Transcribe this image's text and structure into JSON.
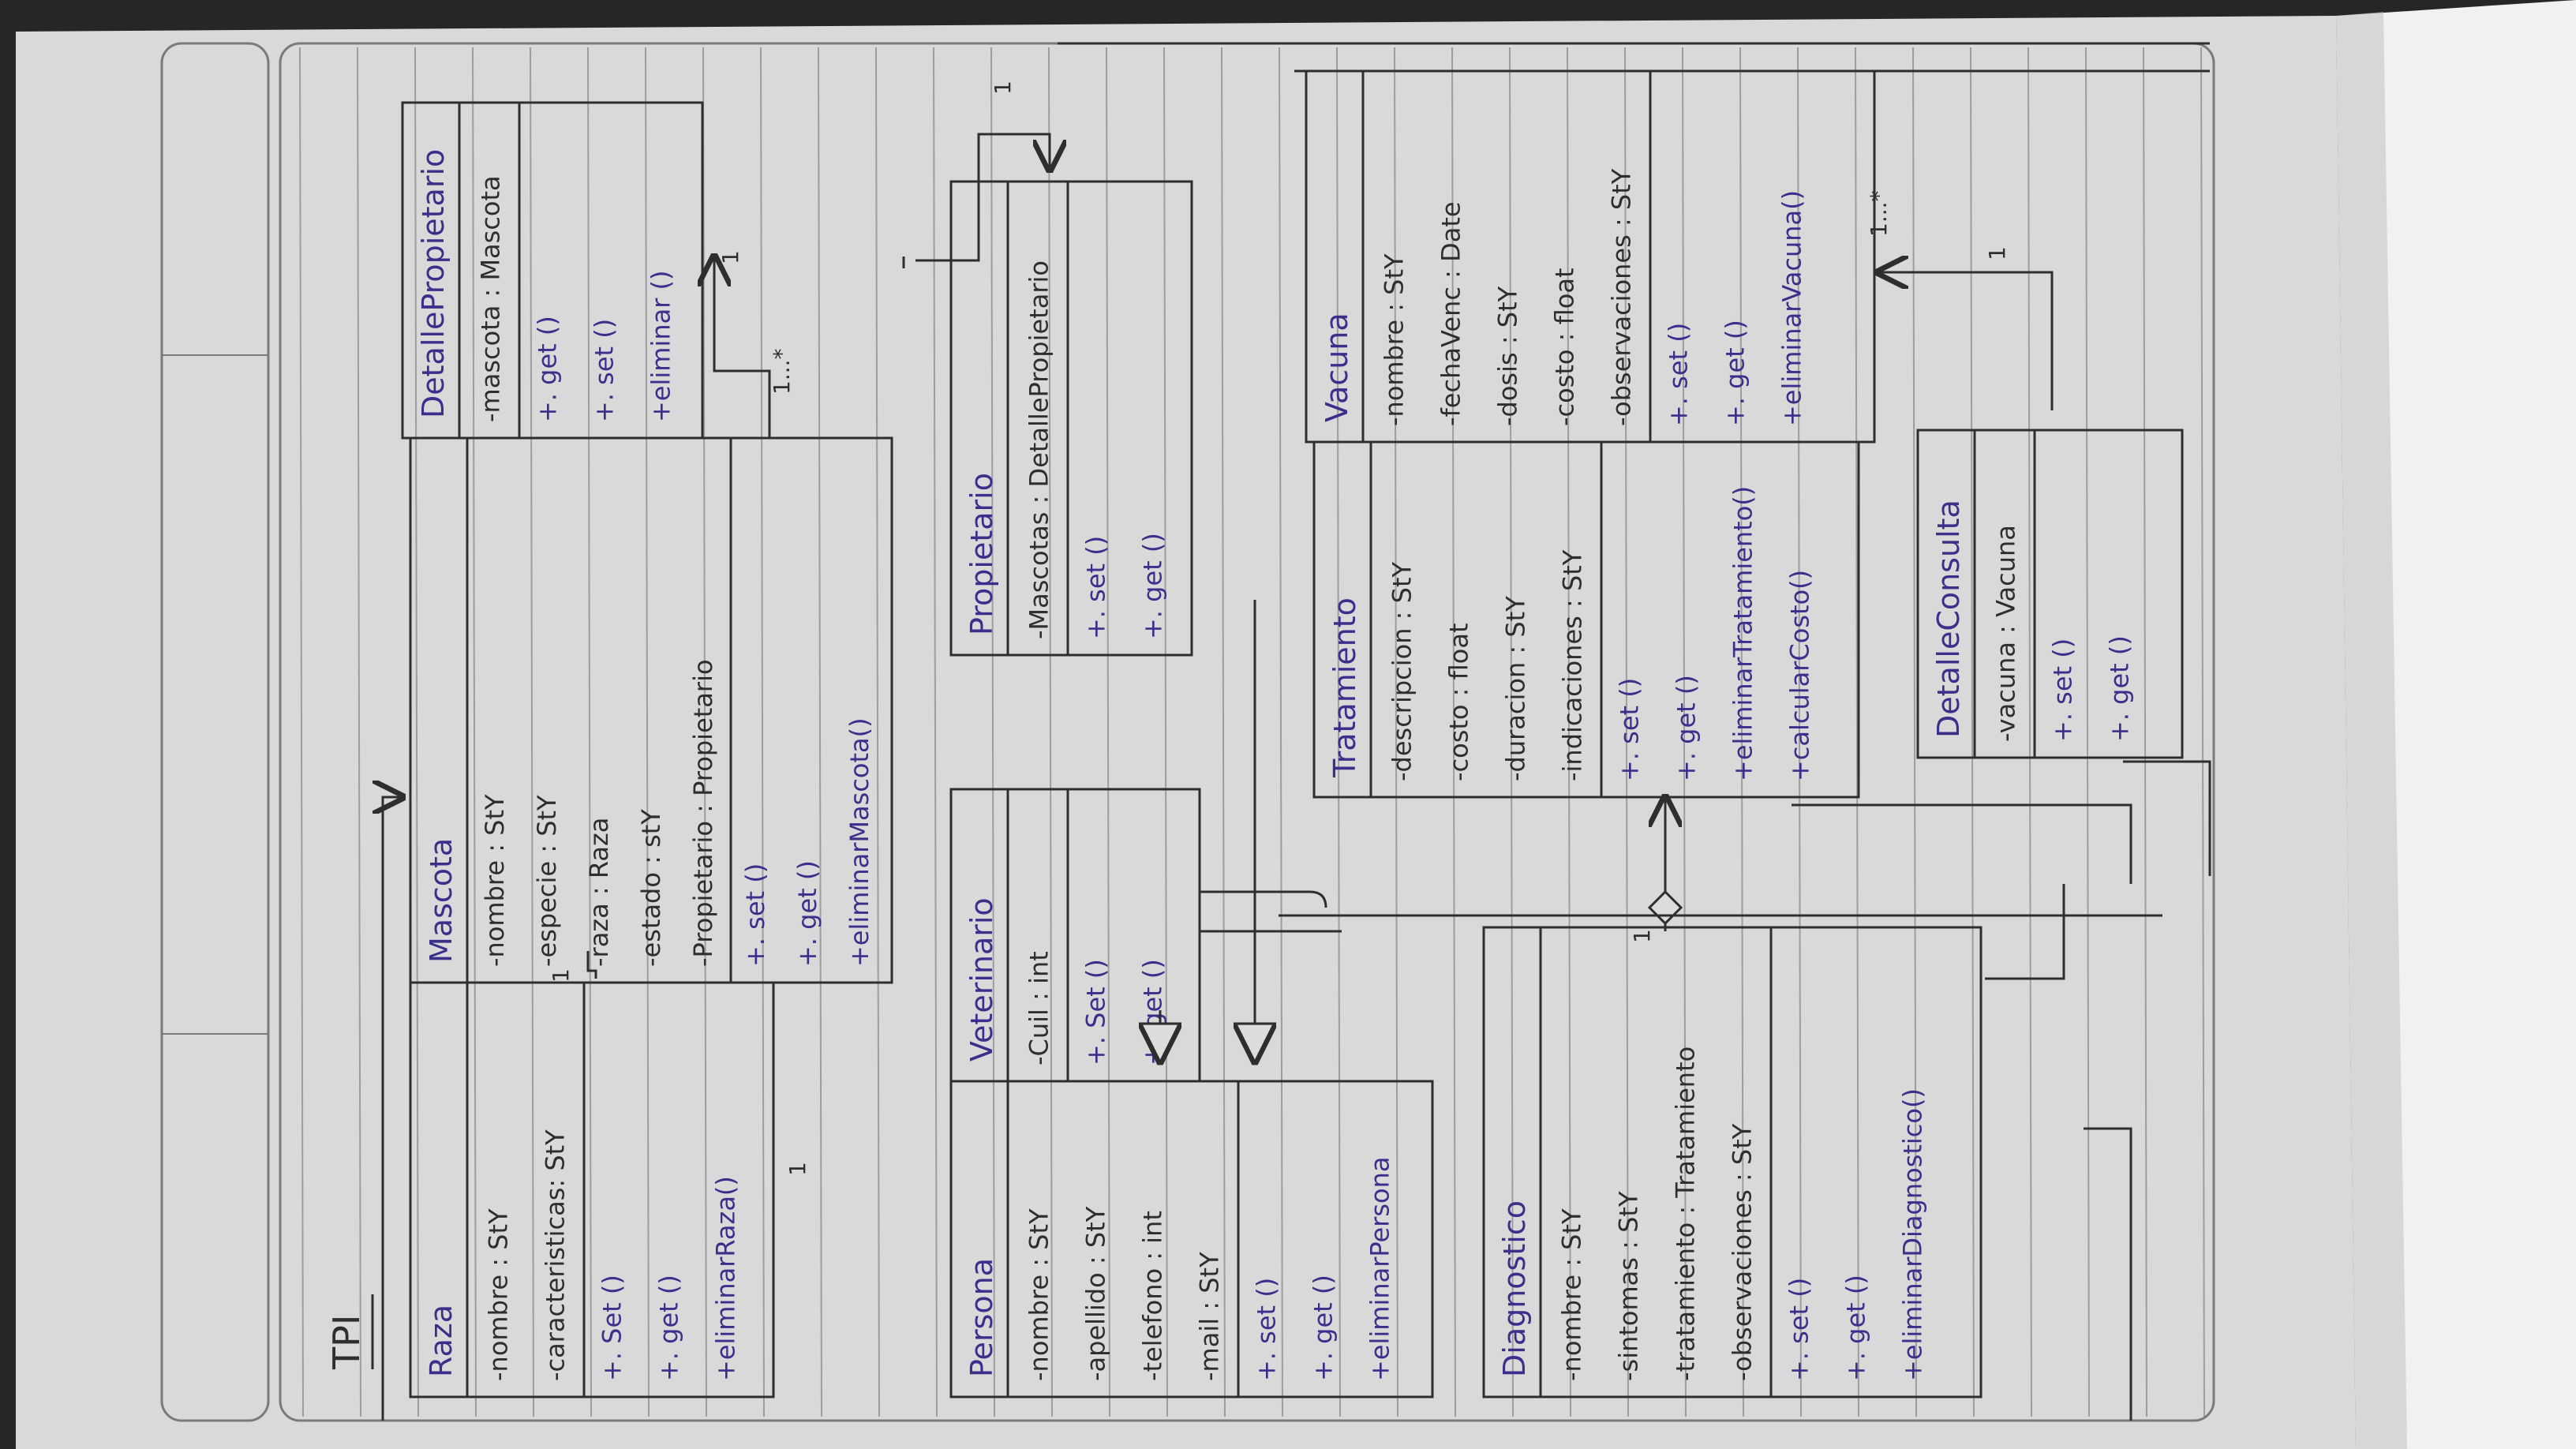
{
  "page": {
    "title": "TPI",
    "paper_color": "#d8d8d8",
    "line_color": "#7a7a7a",
    "pencil_color": "#2e2e2e",
    "ink_color": "#3a2f8a"
  },
  "classes": [
    {
      "id": "raza",
      "name": "Raza",
      "attributes": [
        "-nombre : StY",
        "-caracteristicas: StY"
      ],
      "methods": [
        "+. Set ()",
        "+. get ()",
        "+eliminarRaza()"
      ]
    },
    {
      "id": "mascota",
      "name": "Mascota",
      "attributes": [
        "-nombre : StY",
        "-especie : StY",
        "-raza : Raza",
        "-estado : stY",
        "-Propietario : Propietario"
      ],
      "methods": [
        "+. set ()",
        "+. get ()",
        "+eliminarMascota()"
      ]
    },
    {
      "id": "detalle-propietario",
      "name": "DetallePropietario",
      "attributes": [
        "-mascota : Mascota"
      ],
      "methods": [
        "+. get ()",
        "+. set ()",
        "+eliminar ()"
      ]
    },
    {
      "id": "persona",
      "name": "Persona",
      "attributes": [
        "-nombre : StY",
        "-apellido : StY",
        "-telefono : int",
        "-mail : StY"
      ],
      "methods": [
        "+. set ()",
        "+. get ()",
        "+eliminarPersona"
      ]
    },
    {
      "id": "veterinario",
      "name": "Veterinario",
      "attributes": [
        "-Cuil : int"
      ],
      "methods": [
        "+. Set ()",
        "+. get ()"
      ]
    },
    {
      "id": "propietario",
      "name": "Propietario",
      "attributes": [
        "-Mascotas : DetallePropietario"
      ],
      "methods": [
        "+. set ()",
        "+. get ()"
      ]
    },
    {
      "id": "diagnostico",
      "name": "Diagnostico",
      "attributes": [
        "-nombre : StY",
        "-sintomas : StY",
        "-tratamiento : Tratamiento",
        "-observaciones : StY"
      ],
      "methods": [
        "+. set ()",
        "+. get ()",
        "+eliminarDiagnostico()"
      ]
    },
    {
      "id": "tratamiento",
      "name": "Tratamiento",
      "attributes": [
        "-descripcion : StY",
        "-costo : float",
        "-duracion : StY",
        "-indicaciones : StY"
      ],
      "methods": [
        "+. set ()",
        "+. get ()",
        "+eliminarTratamiento()",
        "+calcularCosto()"
      ]
    },
    {
      "id": "vacuna",
      "name": "Vacuna",
      "attributes": [
        "-nombre : StY",
        "-fechaVenc : Date",
        "-dosis : StY",
        "-costo : float",
        "-observaciones : StY"
      ],
      "methods": [
        "+. set ()",
        "+. get ()",
        "+eliminarVacuna()"
      ]
    },
    {
      "id": "detalle-consulta",
      "name": "DetalleConsulta",
      "attributes": [
        "-vacuna : Vacuna"
      ],
      "methods": [
        "+. set ()",
        "+. get ()"
      ]
    }
  ],
  "multiplicities": [
    "1",
    "1",
    "1...*",
    "1",
    "1",
    "1...*",
    "1",
    "1"
  ]
}
